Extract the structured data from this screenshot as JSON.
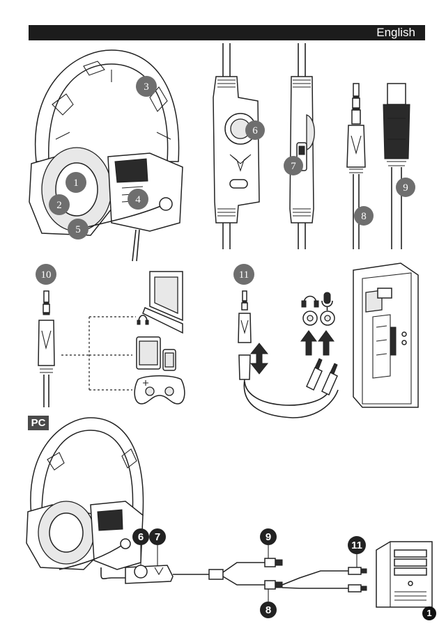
{
  "header": {
    "language": "English"
  },
  "callouts": {
    "c1": "1",
    "c2": "2",
    "c3": "3",
    "c4": "4",
    "c5": "5",
    "c6": "6",
    "c7": "7",
    "c8": "8",
    "c9": "9",
    "c10": "10",
    "c11": "11"
  },
  "pc_section": {
    "badge": "PC",
    "c6": "6",
    "c7": "7",
    "c8": "8",
    "c9": "9",
    "c11": "11"
  },
  "page_number": "1",
  "icons": [
    "headset-illustration",
    "volume-dial",
    "mic-mute-switch",
    "audio-jack",
    "usb-plug",
    "laptop",
    "tablet",
    "phone",
    "gamepad",
    "headphone-icon",
    "microphone-icon",
    "pc-tower"
  ]
}
